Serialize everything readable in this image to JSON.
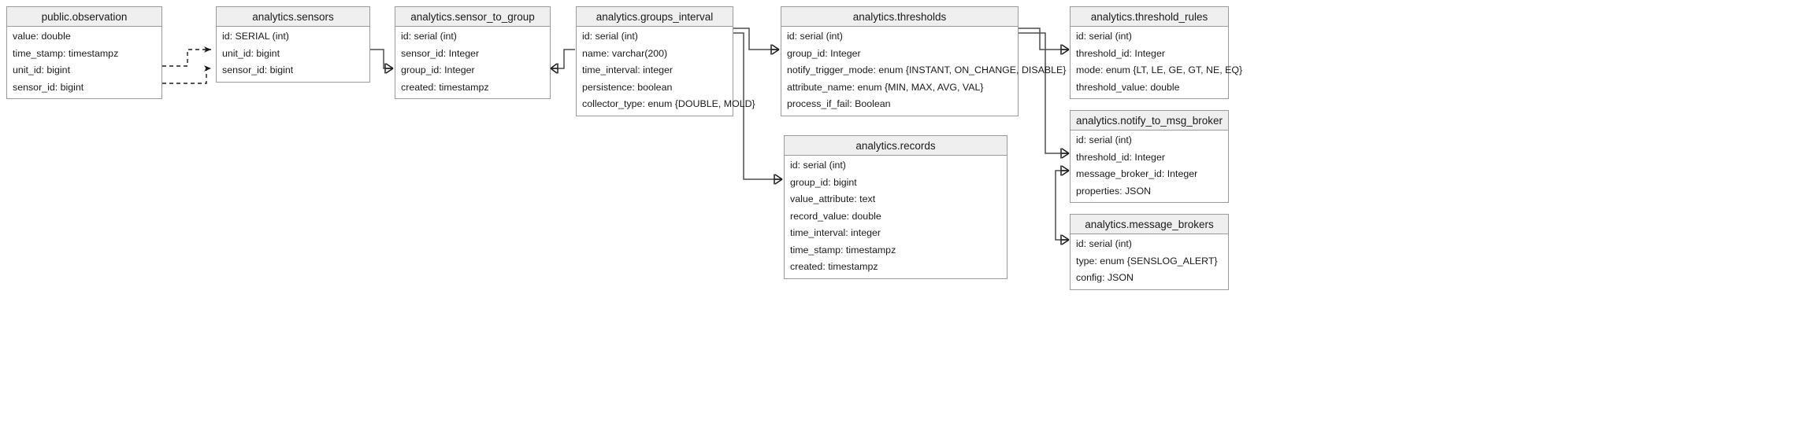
{
  "diagram": {
    "type": "entity-relationship-diagram",
    "background_color": "#ffffff",
    "entity_header_color": "#efefef",
    "border_color": "#9a9a9a",
    "text_color": "#1a1a1a",
    "entities": [
      {
        "id": "observation",
        "title": "public.observation",
        "fields": [
          "value: double",
          "time_stamp: timestampz",
          "unit_id: bigint",
          "sensor_id: bigint"
        ]
      },
      {
        "id": "sensors",
        "title": "analytics.sensors",
        "fields": [
          "id: SERIAL (int)",
          "unit_id: bigint",
          "sensor_id: bigint"
        ]
      },
      {
        "id": "sensor_to_group",
        "title": "analytics.sensor_to_group",
        "fields": [
          "id: serial (int)",
          "sensor_id: Integer",
          "group_id: Integer",
          "created: timestampz"
        ]
      },
      {
        "id": "groups_interval",
        "title": "analytics.groups_interval",
        "fields": [
          "id: serial (int)",
          "name: varchar(200)",
          "time_interval: integer",
          "persistence: boolean",
          "collector_type: enum {DOUBLE, MOLD}"
        ]
      },
      {
        "id": "thresholds",
        "title": "analytics.thresholds",
        "fields": [
          "id: serial (int)",
          "group_id: Integer",
          "notify_trigger_mode: enum {INSTANT, ON_CHANGE, DISABLE}",
          "attribute_name: enum {MIN, MAX, AVG, VAL}",
          "process_if_fail: Boolean"
        ]
      },
      {
        "id": "threshold_rules",
        "title": "analytics.threshold_rules",
        "fields": [
          "id: serial (int)",
          "threshold_id: Integer",
          "mode: enum {LT, LE, GE, GT, NE, EQ}",
          "threshold_value: double"
        ]
      },
      {
        "id": "notify_to_msg_broker",
        "title": "analytics.notify_to_msg_broker",
        "fields": [
          "id: serial (int)",
          "threshold_id: Integer",
          "message_broker_id: Integer",
          "properties: JSON"
        ]
      },
      {
        "id": "message_brokers",
        "title": "analytics.message_brokers",
        "fields": [
          "id: serial (int)",
          "type: enum {SENSLOG_ALERT}",
          "config: JSON"
        ]
      },
      {
        "id": "records",
        "title": "analytics.records",
        "fields": [
          "id: serial (int)",
          "group_id: bigint",
          "value_attribute: text",
          "record_value: double",
          "time_interval: integer",
          "time_stamp: timestampz",
          "created: timestampz"
        ]
      }
    ],
    "relationships": [
      {
        "from": "observation",
        "to": "sensors",
        "to_field": "unit_id: bigint",
        "style": "dashed",
        "end_marker": "arrow"
      },
      {
        "from": "observation",
        "to": "sensors",
        "to_field": "sensor_id: bigint",
        "style": "dashed",
        "end_marker": "arrow"
      },
      {
        "from": "sensors",
        "to": "sensor_to_group",
        "to_field": "sensor_id: Integer",
        "style": "solid",
        "end_marker": "crowsfoot"
      },
      {
        "from": "sensor_to_group",
        "to": "groups_interval",
        "to_field": "id: serial (int)",
        "style": "solid",
        "end_marker": "crowsfoot"
      },
      {
        "from": "groups_interval",
        "to": "thresholds",
        "to_field": "group_id: Integer",
        "style": "solid",
        "end_marker": "crowsfoot"
      },
      {
        "from": "groups_interval",
        "to": "records",
        "to_field": "group_id: bigint",
        "style": "solid",
        "end_marker": "crowsfoot"
      },
      {
        "from": "thresholds",
        "to": "threshold_rules",
        "to_field": "threshold_id: Integer",
        "style": "solid",
        "end_marker": "crowsfoot"
      },
      {
        "from": "thresholds",
        "to": "notify_to_msg_broker",
        "to_field": "threshold_id: Integer",
        "style": "solid",
        "end_marker": "crowsfoot"
      },
      {
        "from": "message_brokers",
        "to": "notify_to_msg_broker",
        "to_field": "message_broker_id: Integer",
        "style": "solid",
        "end_marker": "crowsfoot"
      }
    ]
  }
}
